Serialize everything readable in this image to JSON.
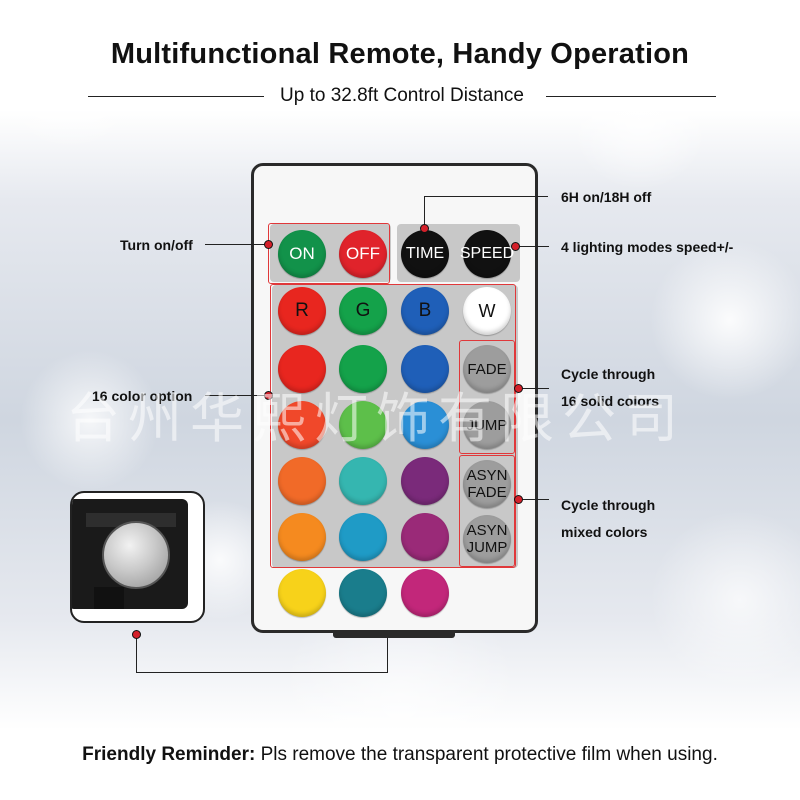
{
  "header": {
    "title": "Multifunctional Remote, Handy Operation",
    "subtitle": "Up to 32.8ft Control Distance"
  },
  "callouts": {
    "power": "Turn on/off",
    "timer": "6H on/18H off",
    "speed": "4 lighting modes speed+/-",
    "colors": "16 color option",
    "solid_line1": "Cycle through",
    "solid_line2": "16 solid colors",
    "mixed_line1": "Cycle through",
    "mixed_line2": "mixed colors"
  },
  "buttons": {
    "on": "ON",
    "off": "OFF",
    "time": "TIME",
    "speed": "SPEED",
    "r": "R",
    "g": "G",
    "b": "B",
    "w": "W",
    "fade": "FADE",
    "jump": "JUMP",
    "asyn_fade_1": "ASYN",
    "asyn_fade_2": "FADE",
    "asyn_jump_1": "ASYN",
    "asyn_jump_2": "JUMP"
  },
  "color_grid": [
    [
      "#e8261f",
      "#14a24a",
      "#1f5fb8"
    ],
    [
      "#f0482a",
      "#5dbf4a",
      "#2a8fd6"
    ],
    [
      "#f16a28",
      "#35b6b0",
      "#7a2a7a"
    ],
    [
      "#f58a1f",
      "#1f9bc6",
      "#9a2a78"
    ],
    [
      "#f7d21a",
      "#1a7d8c",
      "#c2277a"
    ]
  ],
  "colors": {
    "accent_red": "#e0383a",
    "on_button": "#12924a",
    "off_button": "#e0232b"
  },
  "watermark": "台州华熙灯饰有限公司",
  "reminder": {
    "bold": "Friendly Reminder:",
    "text": " Pls remove the transparent protective film when using."
  }
}
